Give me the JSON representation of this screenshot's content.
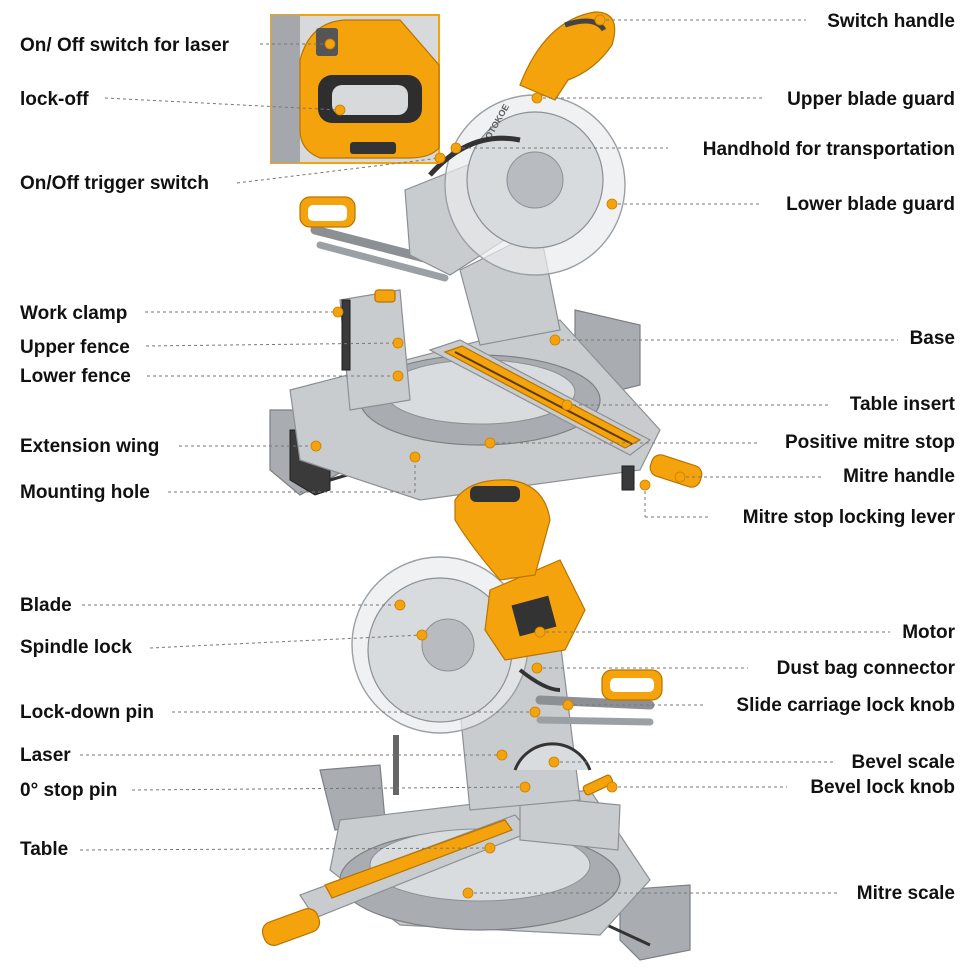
{
  "colors": {
    "accent": "#f5a30c",
    "metal": "#c9cccf",
    "text": "#111111"
  },
  "brand_text": "OTOKOE",
  "labels_top_left": {
    "laser_switch": "On/ Off switch for laser",
    "lock_off": "lock-off",
    "trigger_switch": "On/Off trigger switch",
    "work_clamp": "Work clamp",
    "upper_fence": "Upper fence",
    "lower_fence": "Lower fence",
    "extension_wing": "Extension wing",
    "mounting_hole": "Mounting hole"
  },
  "labels_top_right": {
    "switch_handle": "Switch handle",
    "upper_blade_guard": "Upper blade guard",
    "handhold": "Handhold for transportation",
    "lower_blade_guard": "Lower blade guard",
    "base": "Base",
    "table_insert": "Table insert",
    "positive_mitre_stop": "Positive mitre stop",
    "mitre_handle": "Mitre handle",
    "mitre_stop_lever": "Mitre stop locking lever"
  },
  "labels_bottom_left": {
    "blade": "Blade",
    "spindle_lock": "Spindle lock",
    "lock_down_pin": "Lock-down pin",
    "laser": "Laser",
    "stop_pin": "0° stop pin",
    "table": "Table"
  },
  "labels_bottom_right": {
    "motor": "Motor",
    "dust_bag": "Dust bag connector",
    "slide_lock": "Slide carriage lock knob",
    "bevel_scale": "Bevel scale",
    "bevel_lock": "Bevel lock knob",
    "mitre_scale": "Mitre scale"
  }
}
